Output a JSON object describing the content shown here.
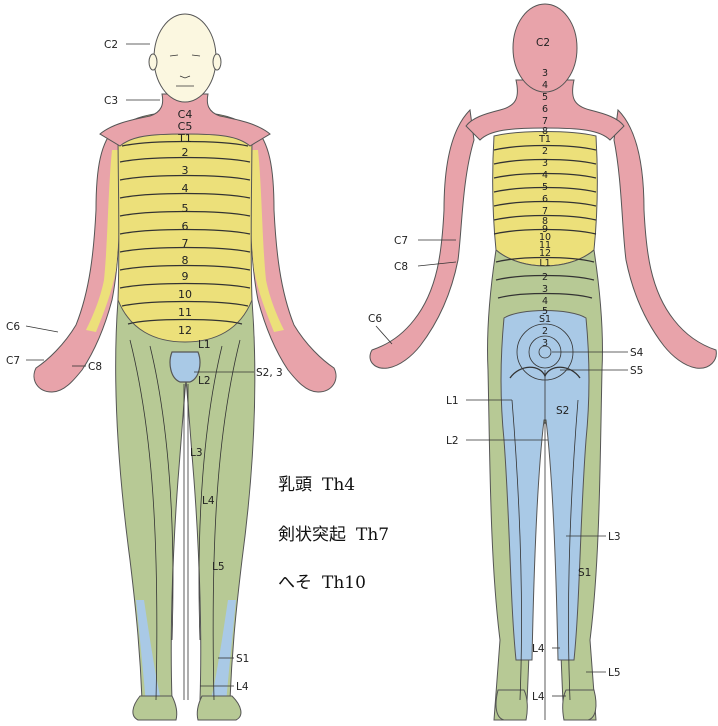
{
  "front": {
    "labels": {
      "c2": "C2",
      "c3": "C3",
      "c6": "C6",
      "c7": "C7",
      "c8": "C8",
      "l1": "L1",
      "l2": "L2",
      "l3": "L3",
      "l4": "L4",
      "l5": "L5",
      "s23": "S2, 3",
      "s1": "S1",
      "l4_foot": "L4"
    },
    "bands": [
      "C4",
      "C5",
      "T1",
      "2",
      "3",
      "4",
      "5",
      "6",
      "7",
      "8",
      "9",
      "10",
      "11",
      "12"
    ]
  },
  "back": {
    "labels": {
      "c2": "C2",
      "c6": "C6",
      "c7": "C7",
      "c8": "C8",
      "s4": "S4",
      "s5": "S5",
      "l1": "L1",
      "l2": "L2",
      "s2": "S2",
      "l3": "L3",
      "s1": "S1",
      "l4": "L4",
      "l5": "L5",
      "l4_low": "L4"
    },
    "neck_bands": [
      "3",
      "4",
      "5",
      "6",
      "7",
      "8"
    ],
    "thoracic_bands": [
      "T1",
      "2",
      "3",
      "4",
      "5",
      "6",
      "7",
      "8",
      "9",
      "10",
      "11",
      "12"
    ],
    "lumbar_bands": [
      "L1",
      "2",
      "3",
      "4",
      "5"
    ],
    "sacral_bands": [
      "S1",
      "2",
      "3"
    ]
  },
  "notes": [
    {
      "name": "乳頭",
      "level": "Th4"
    },
    {
      "name": "剣状突起",
      "level": "Th7"
    },
    {
      "name": "へそ",
      "level": "Th10"
    }
  ],
  "colors": {
    "cervical": "#e8a3aa",
    "thoracic": "#ece07a",
    "lumbar": "#b7c995",
    "sacral": "#a9c9e6",
    "head": "#fbf7e0"
  }
}
